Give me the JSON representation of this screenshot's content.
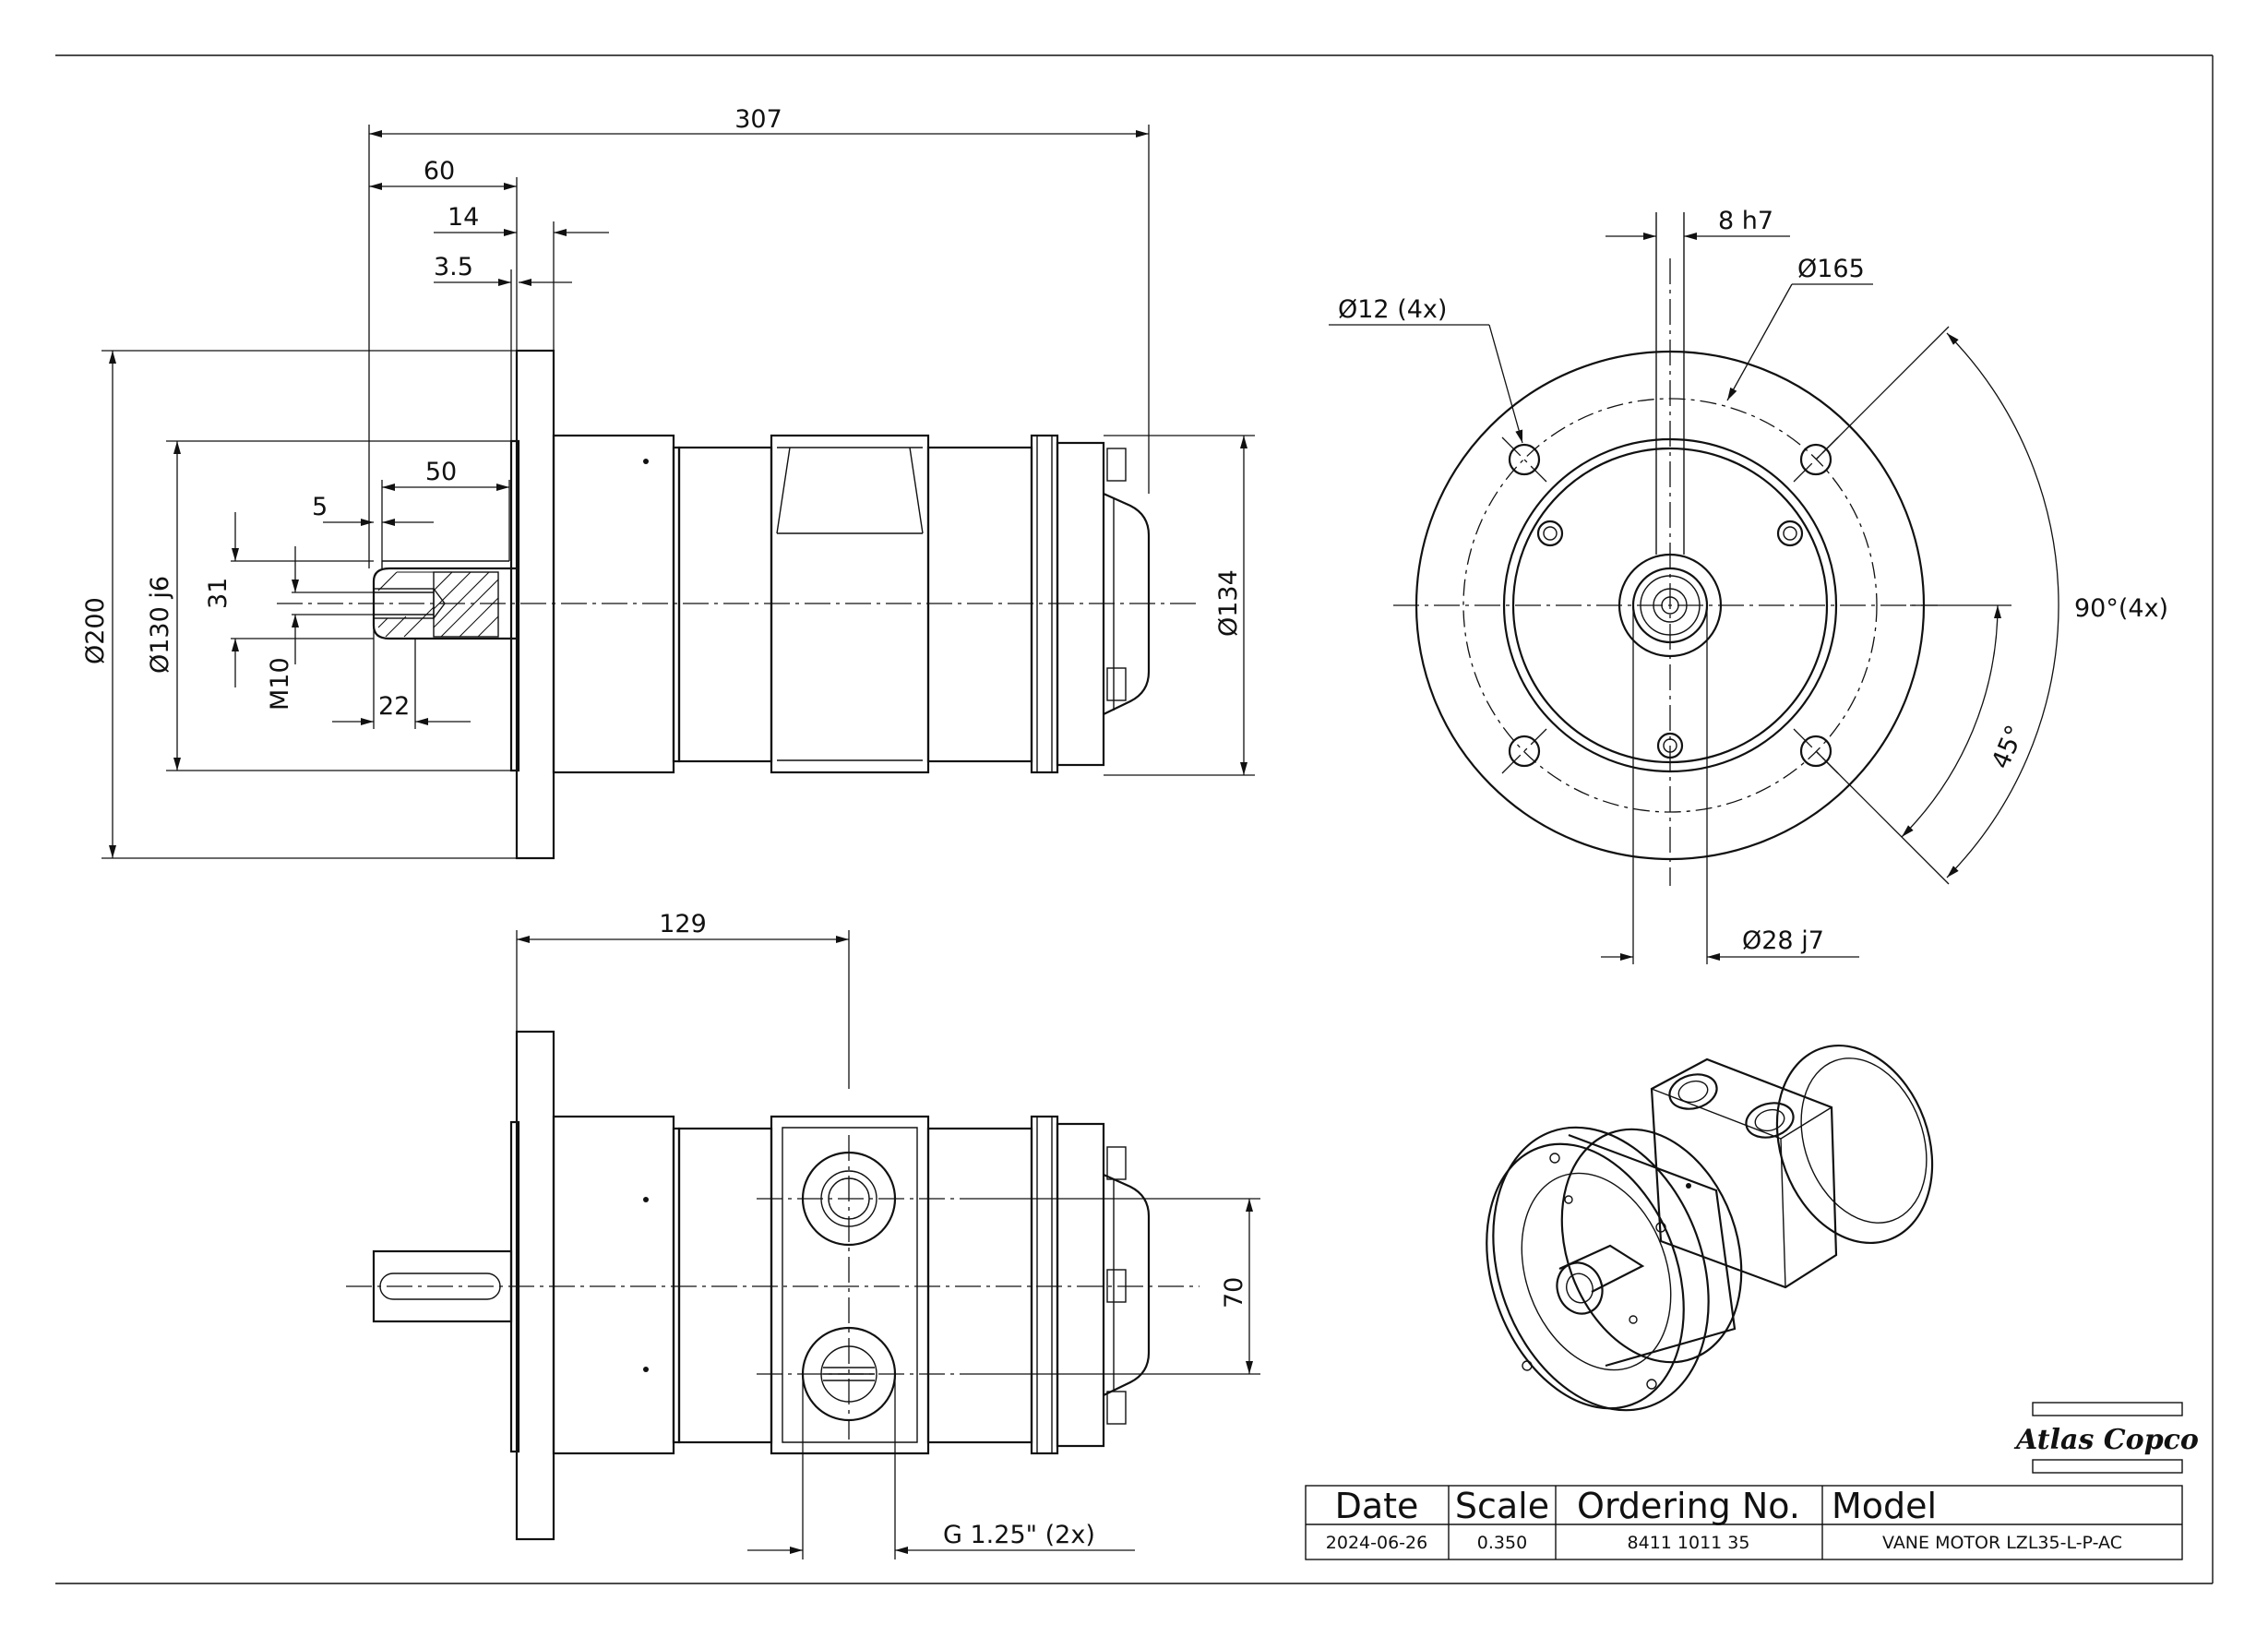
{
  "dimensions": {
    "front": {
      "overall_length": "307",
      "shaft_length": "60",
      "flange_thickness": "14",
      "spigot_depth": "3.5",
      "key_length": "50",
      "key_offset": "5",
      "thread_depth": "22",
      "thread": "M10",
      "centre_height": "31",
      "flange_dia": "Ø200",
      "spigot_dia": "Ø130 j6",
      "body_dia": "Ø134"
    },
    "end": {
      "key_width": "8 h7",
      "pcd": "Ø165",
      "holes": "Ø12 (4x)",
      "angle_spacing": "90°(4x)",
      "angle_offset": "45°",
      "shaft_dia": "Ø28 j7"
    },
    "side": {
      "port_position": "129",
      "port_spacing": "70",
      "port_thread": "G 1.25\" (2x)"
    }
  },
  "logo": {
    "text": "Atlas Copco"
  },
  "title_block": {
    "headers": {
      "date": "Date",
      "scale": "Scale",
      "ordering": "Ordering No.",
      "model": "Model"
    },
    "values": {
      "date": "2024-06-26",
      "scale": "0.350",
      "ordering": "8411 1011 35",
      "model": "VANE MOTOR LZL35-L-P-AC"
    }
  }
}
